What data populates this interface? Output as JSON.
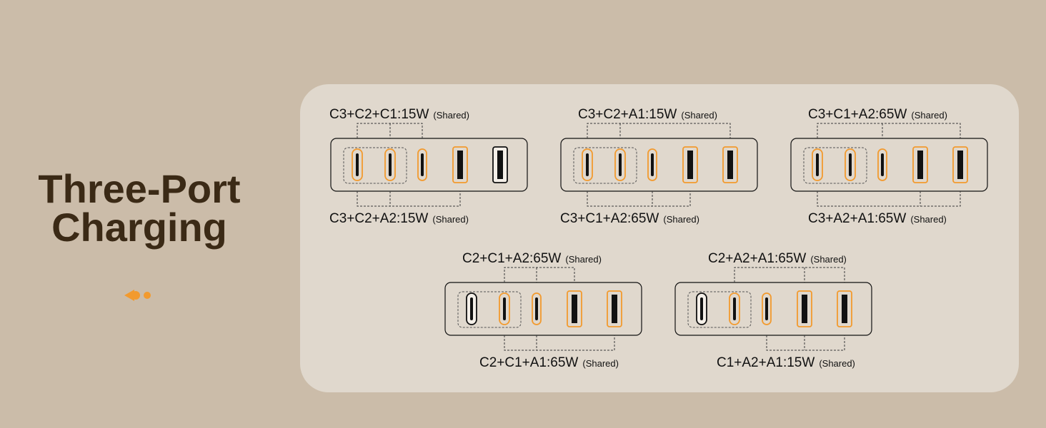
{
  "headline": {
    "line1": "Three-Port",
    "line2": "Charging"
  },
  "colors": {
    "background": "#cbbca9",
    "panel": "#e0d8cd",
    "accent": "#f29a2e",
    "headline": "#3b2a16",
    "port_inactive": "#111111"
  },
  "icons": {
    "indicator": "play-arrow-dot-icon"
  },
  "shared_note": "(Shared)",
  "diagrams": [
    {
      "top": "C3+C2+C1:15W",
      "bottom": "C3+C2+A2:15W",
      "ports": [
        "on",
        "on",
        "on",
        "on",
        "off"
      ]
    },
    {
      "top": "C3+C2+A1:15W",
      "bottom": "C3+C1+A2:65W",
      "ports": [
        "on",
        "on",
        "on",
        "on",
        "on"
      ]
    },
    {
      "top": "C3+C1+A2:65W",
      "bottom": "C3+A2+A1:65W",
      "ports": [
        "on",
        "on",
        "on",
        "on",
        "on"
      ]
    },
    {
      "top": "C2+C1+A2:65W",
      "bottom": "C2+C1+A1:65W",
      "ports": [
        "off",
        "on",
        "on",
        "on",
        "on"
      ]
    },
    {
      "top": "C2+A2+A1:65W",
      "bottom": "C1+A2+A1:15W",
      "ports": [
        "off",
        "on",
        "on",
        "on",
        "on"
      ]
    }
  ]
}
